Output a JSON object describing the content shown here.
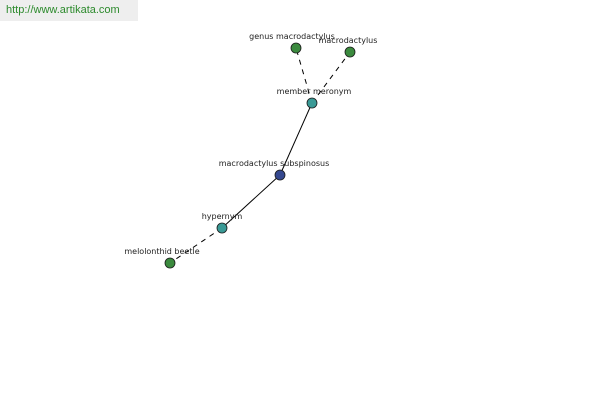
{
  "watermark": {
    "text": "http://www.artikata.com"
  },
  "colors": {
    "word": "#3b8a3e",
    "relation": "#3a9a96",
    "center": "#35488f",
    "outline": "#1a1a1a",
    "edge": "#000000",
    "watermark_text": "#2c8a2c"
  },
  "nodes": [
    {
      "id": "center",
      "kind": "center",
      "label": "macrodactylus subspinosus"
    },
    {
      "id": "member",
      "kind": "relation",
      "label": "member meronym"
    },
    {
      "id": "genus",
      "kind": "word",
      "label": "genus macrodactylus"
    },
    {
      "id": "macro",
      "kind": "word",
      "label": "macrodactylus"
    },
    {
      "id": "hyper",
      "kind": "relation",
      "label": "hypernym"
    },
    {
      "id": "melo",
      "kind": "word",
      "label": "melolonthid beetle"
    }
  ],
  "edges": [
    {
      "from": "center",
      "to": "member",
      "style": "solid"
    },
    {
      "from": "member",
      "to": "genus",
      "style": "dashed"
    },
    {
      "from": "member",
      "to": "macro",
      "style": "dashed"
    },
    {
      "from": "center",
      "to": "hyper",
      "style": "solid"
    },
    {
      "from": "hyper",
      "to": "melo",
      "style": "dashed"
    }
  ]
}
